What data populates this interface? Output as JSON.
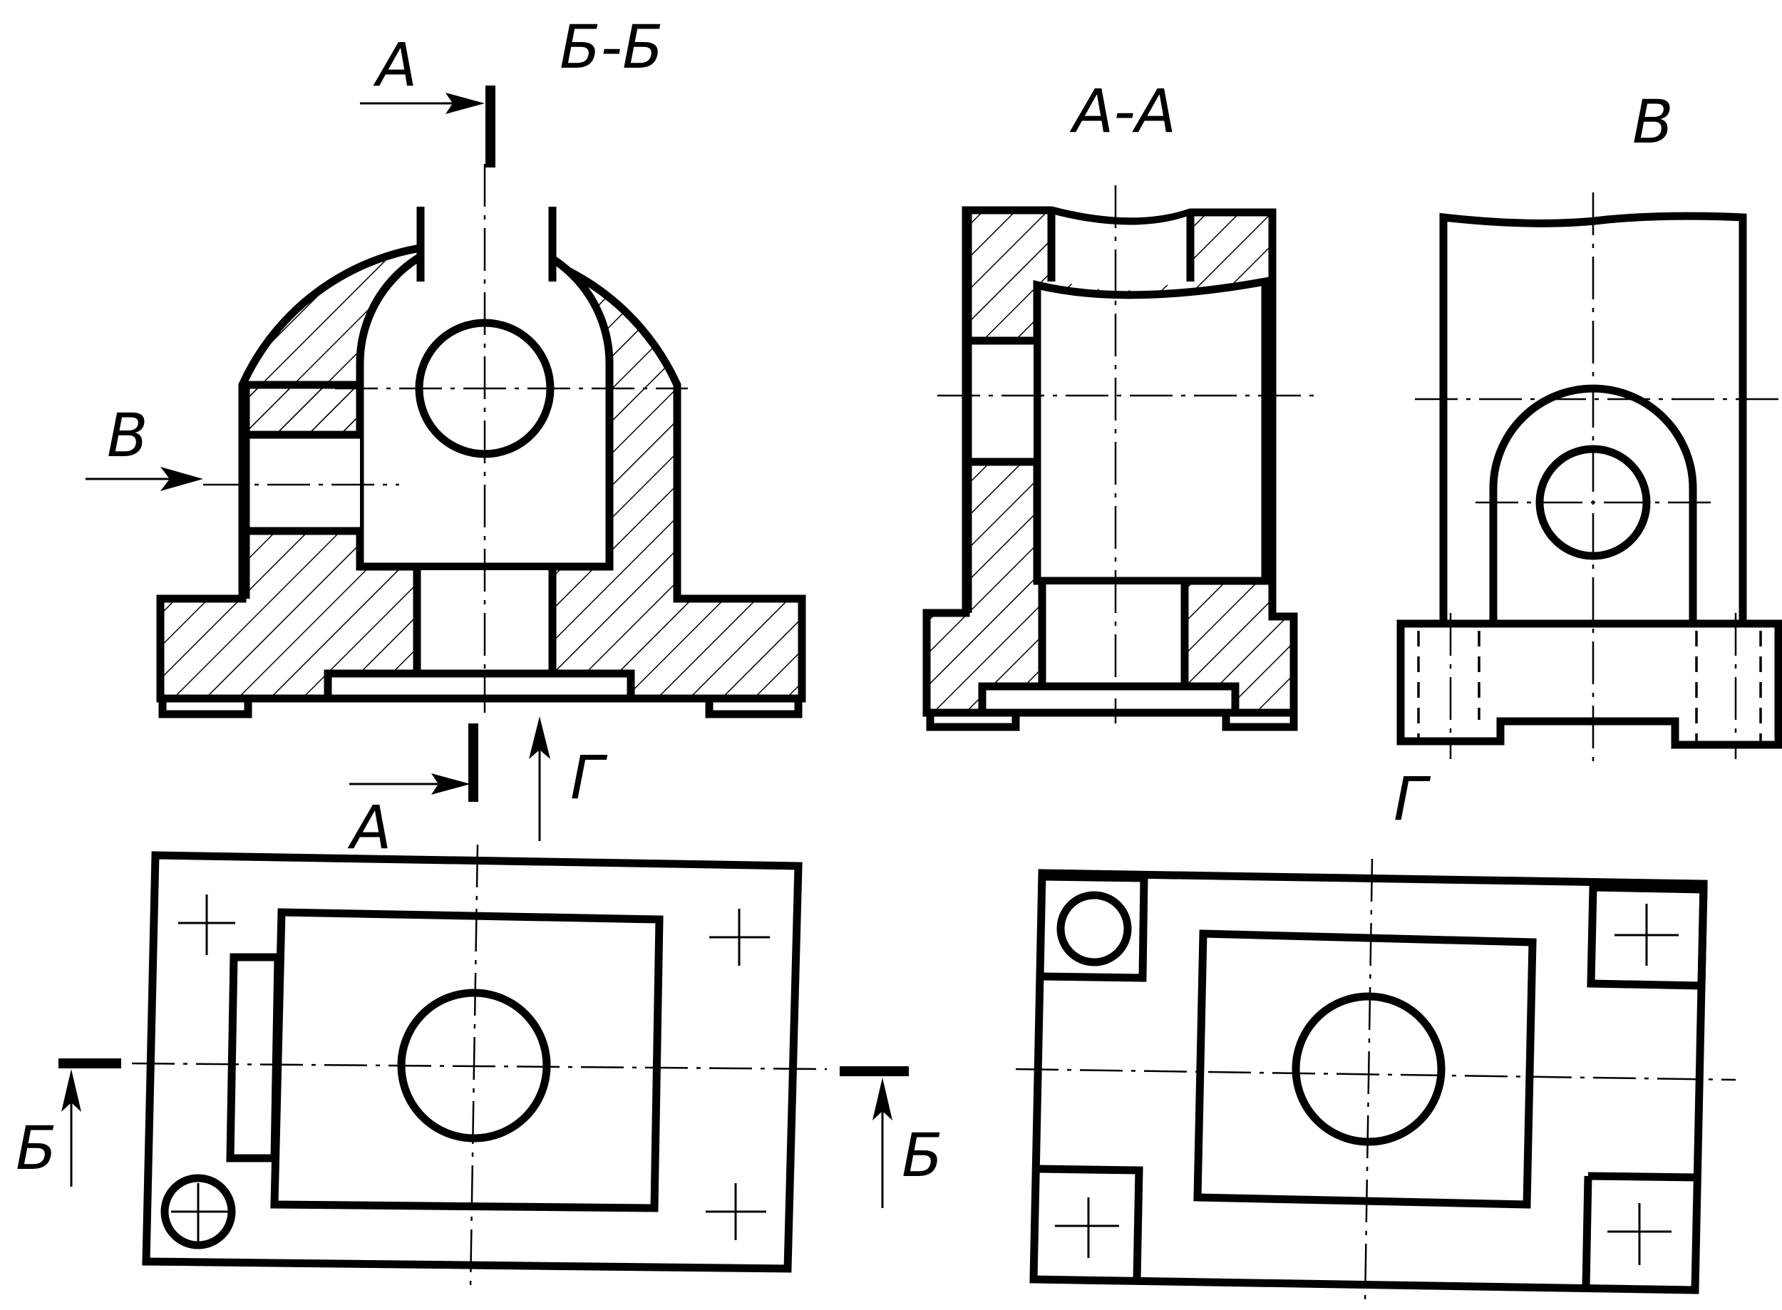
{
  "labels": {
    "section_bb": "Б-Б",
    "section_aa": "А-А",
    "view_v": "В",
    "view_g": "Г",
    "cut_a_top": "А",
    "cut_a_bottom": "А",
    "arrow_v": "В",
    "arrow_g": "Г",
    "cut_b_left": "Б",
    "cut_b_right": "Б"
  },
  "colors": {
    "line": "#000000",
    "background": "#ffffff"
  }
}
